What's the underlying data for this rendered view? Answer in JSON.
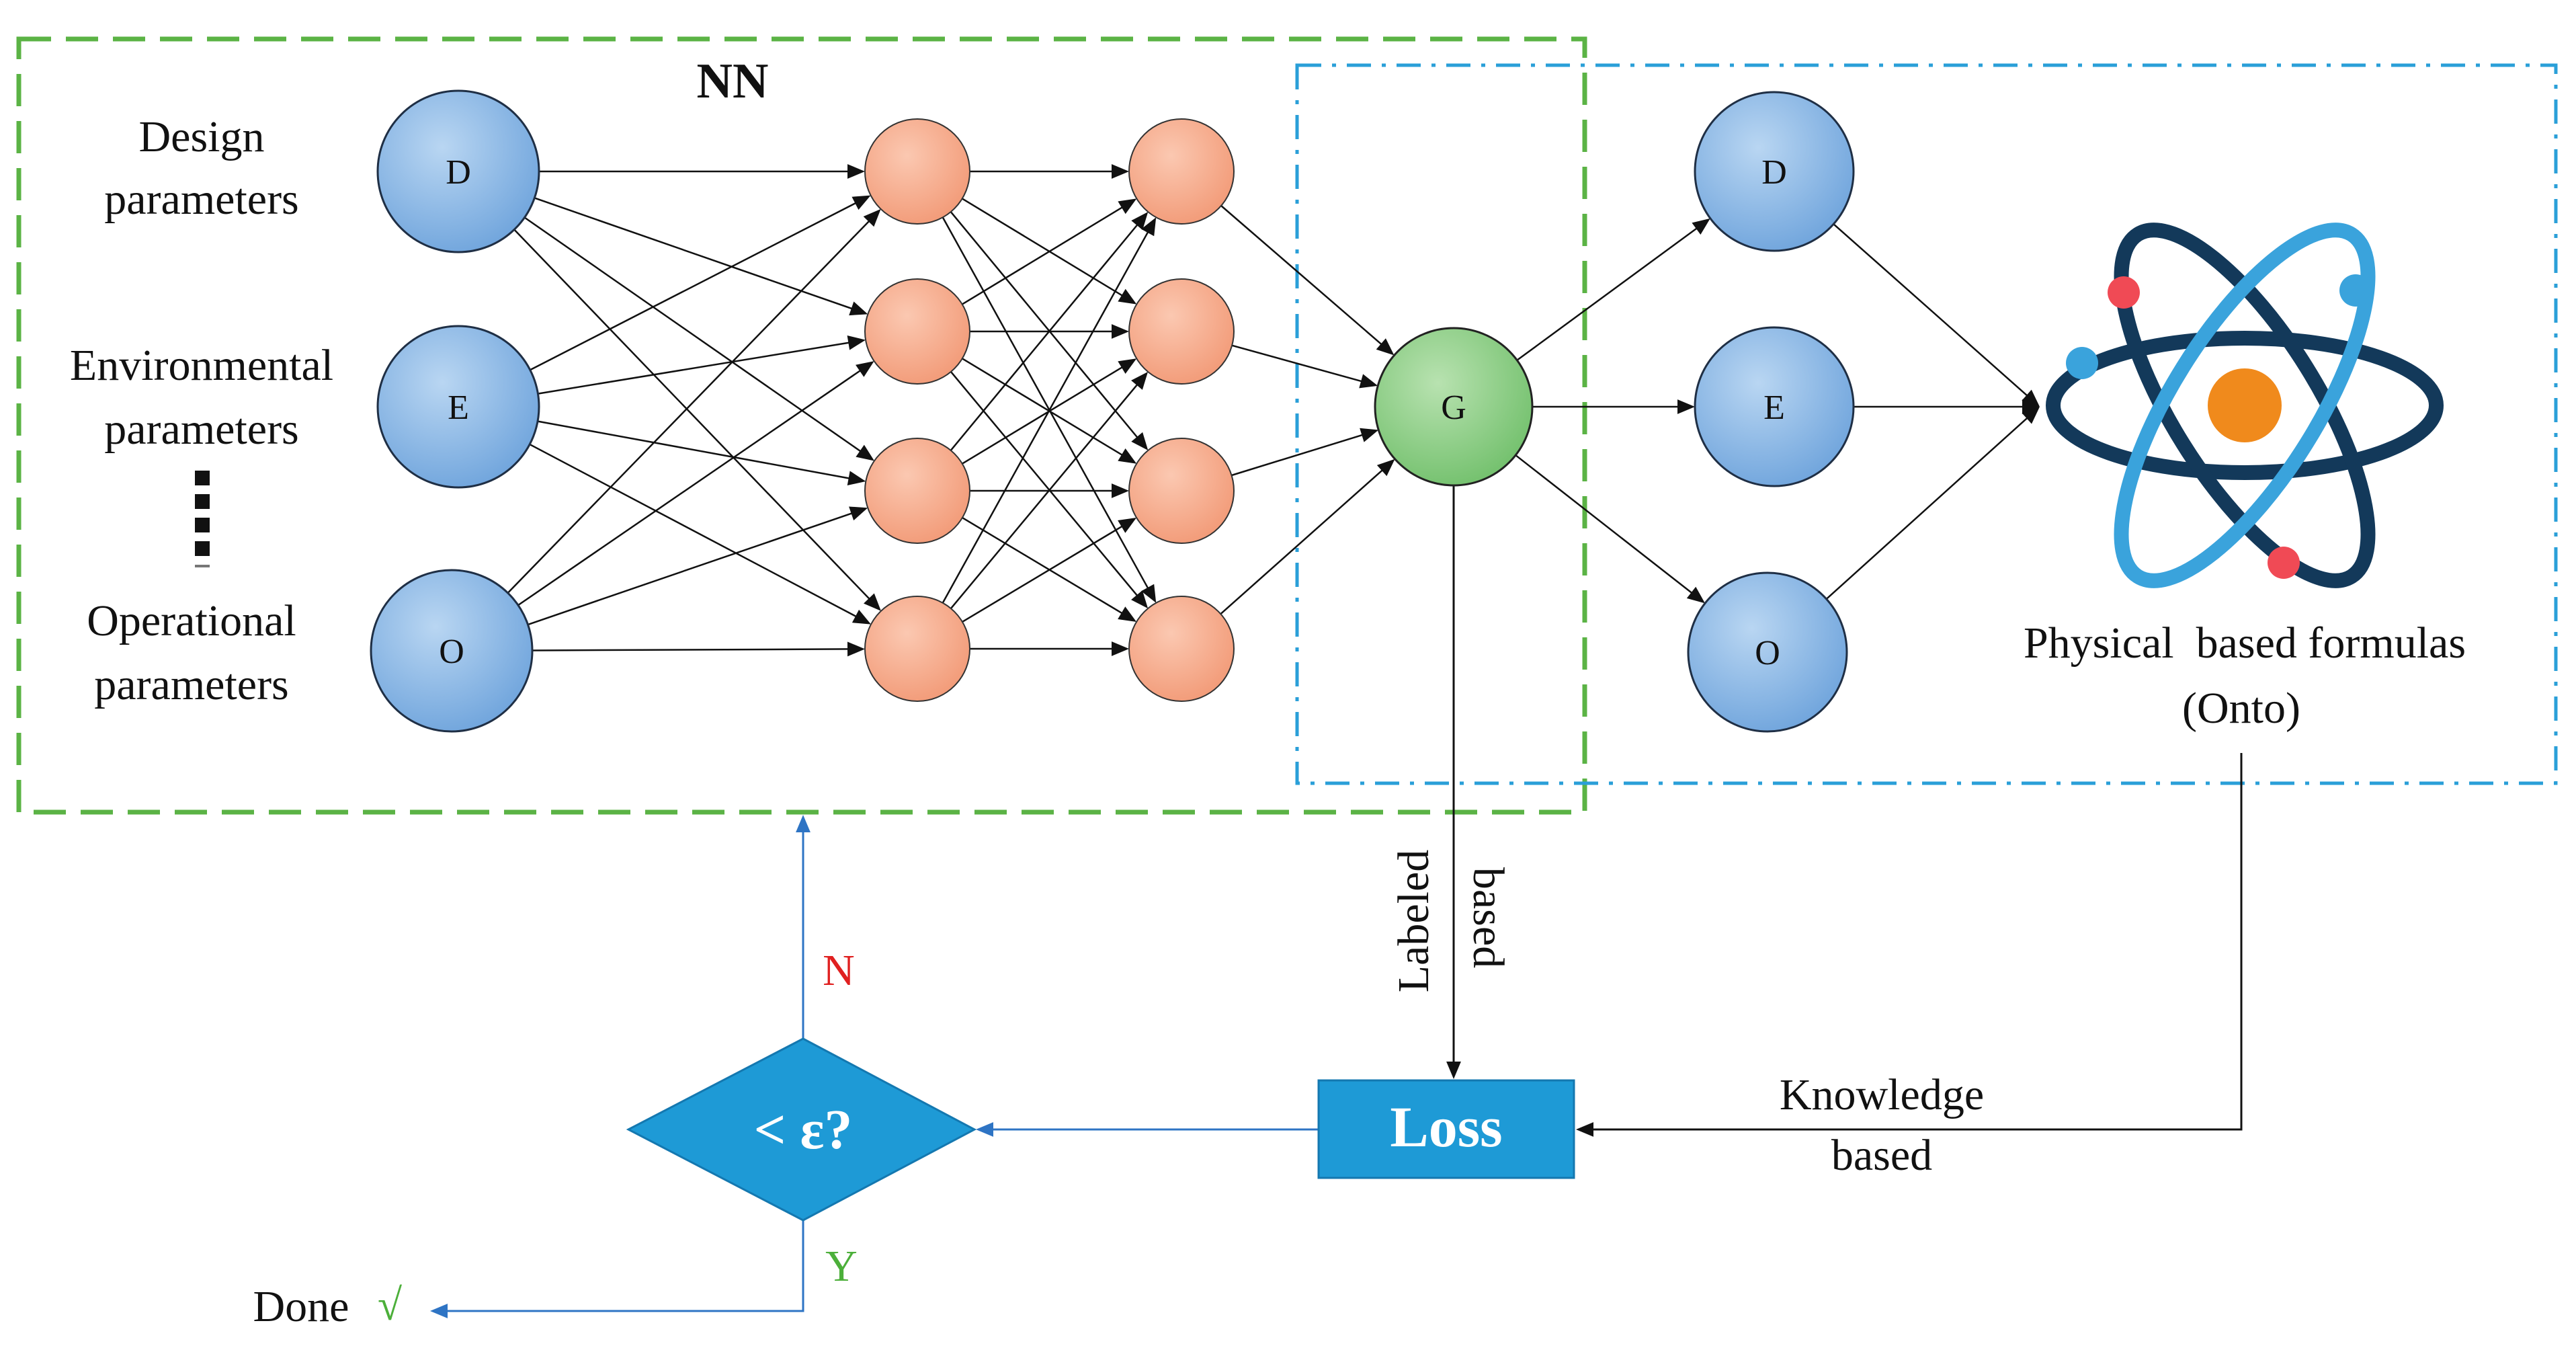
{
  "diagram": {
    "nn_title": "NN",
    "input_labels": {
      "design": [
        "Design",
        "parameters"
      ],
      "environmental": [
        "Environmental",
        "parameters"
      ],
      "operational": [
        "Operational",
        "parameters"
      ]
    },
    "input_nodes": [
      "D",
      "E",
      "O"
    ],
    "output_node": "G",
    "physics_nodes": [
      "D",
      "E",
      "O"
    ],
    "physics_label": [
      "Physical  based formulas",
      "(Onto)"
    ],
    "edge_labels": {
      "labeled": "Labeled",
      "labeled_based": "based",
      "knowledge": "Knowledge",
      "knowledge_based": "based"
    },
    "loss": "Loss",
    "decision": "< ε?",
    "no": "N",
    "yes": "Y",
    "done": "Done",
    "check": "√"
  },
  "colors": {
    "nn_border": "#5bb345",
    "physics_border": "#2a9fd8",
    "input_node": "#7fb0e0",
    "hidden_node": "#f4a587",
    "output_node": "#7cc57c",
    "loss_box": "#1e9ad6",
    "feedback_arrow": "#2e74c4",
    "no_color": "#e02020",
    "yes_color": "#4caf3a",
    "atom_ring_dark": "#13395a",
    "atom_ring_light": "#3aa3dc",
    "atom_nucleus": "#f08a1c",
    "atom_electron_red": "#f04a55",
    "atom_electron_blue": "#3aa3dc"
  }
}
